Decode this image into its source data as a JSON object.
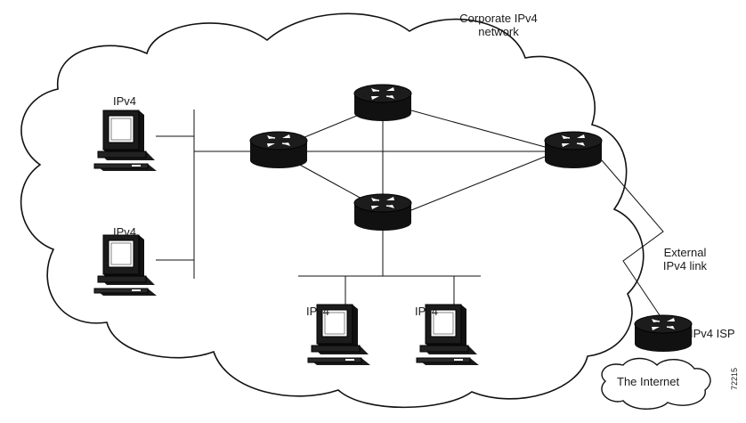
{
  "cloud_label_line1": "Corporate IPv4",
  "cloud_label_line2": "network",
  "host_labels": [
    "IPv4",
    "IPv4",
    "IPv4",
    "IPv4"
  ],
  "external_link_line1": "External",
  "external_link_line2": "IPv4 link",
  "isp_label": "IPv4 ISP",
  "internet_label": "The Internet",
  "figure_number": "72215"
}
